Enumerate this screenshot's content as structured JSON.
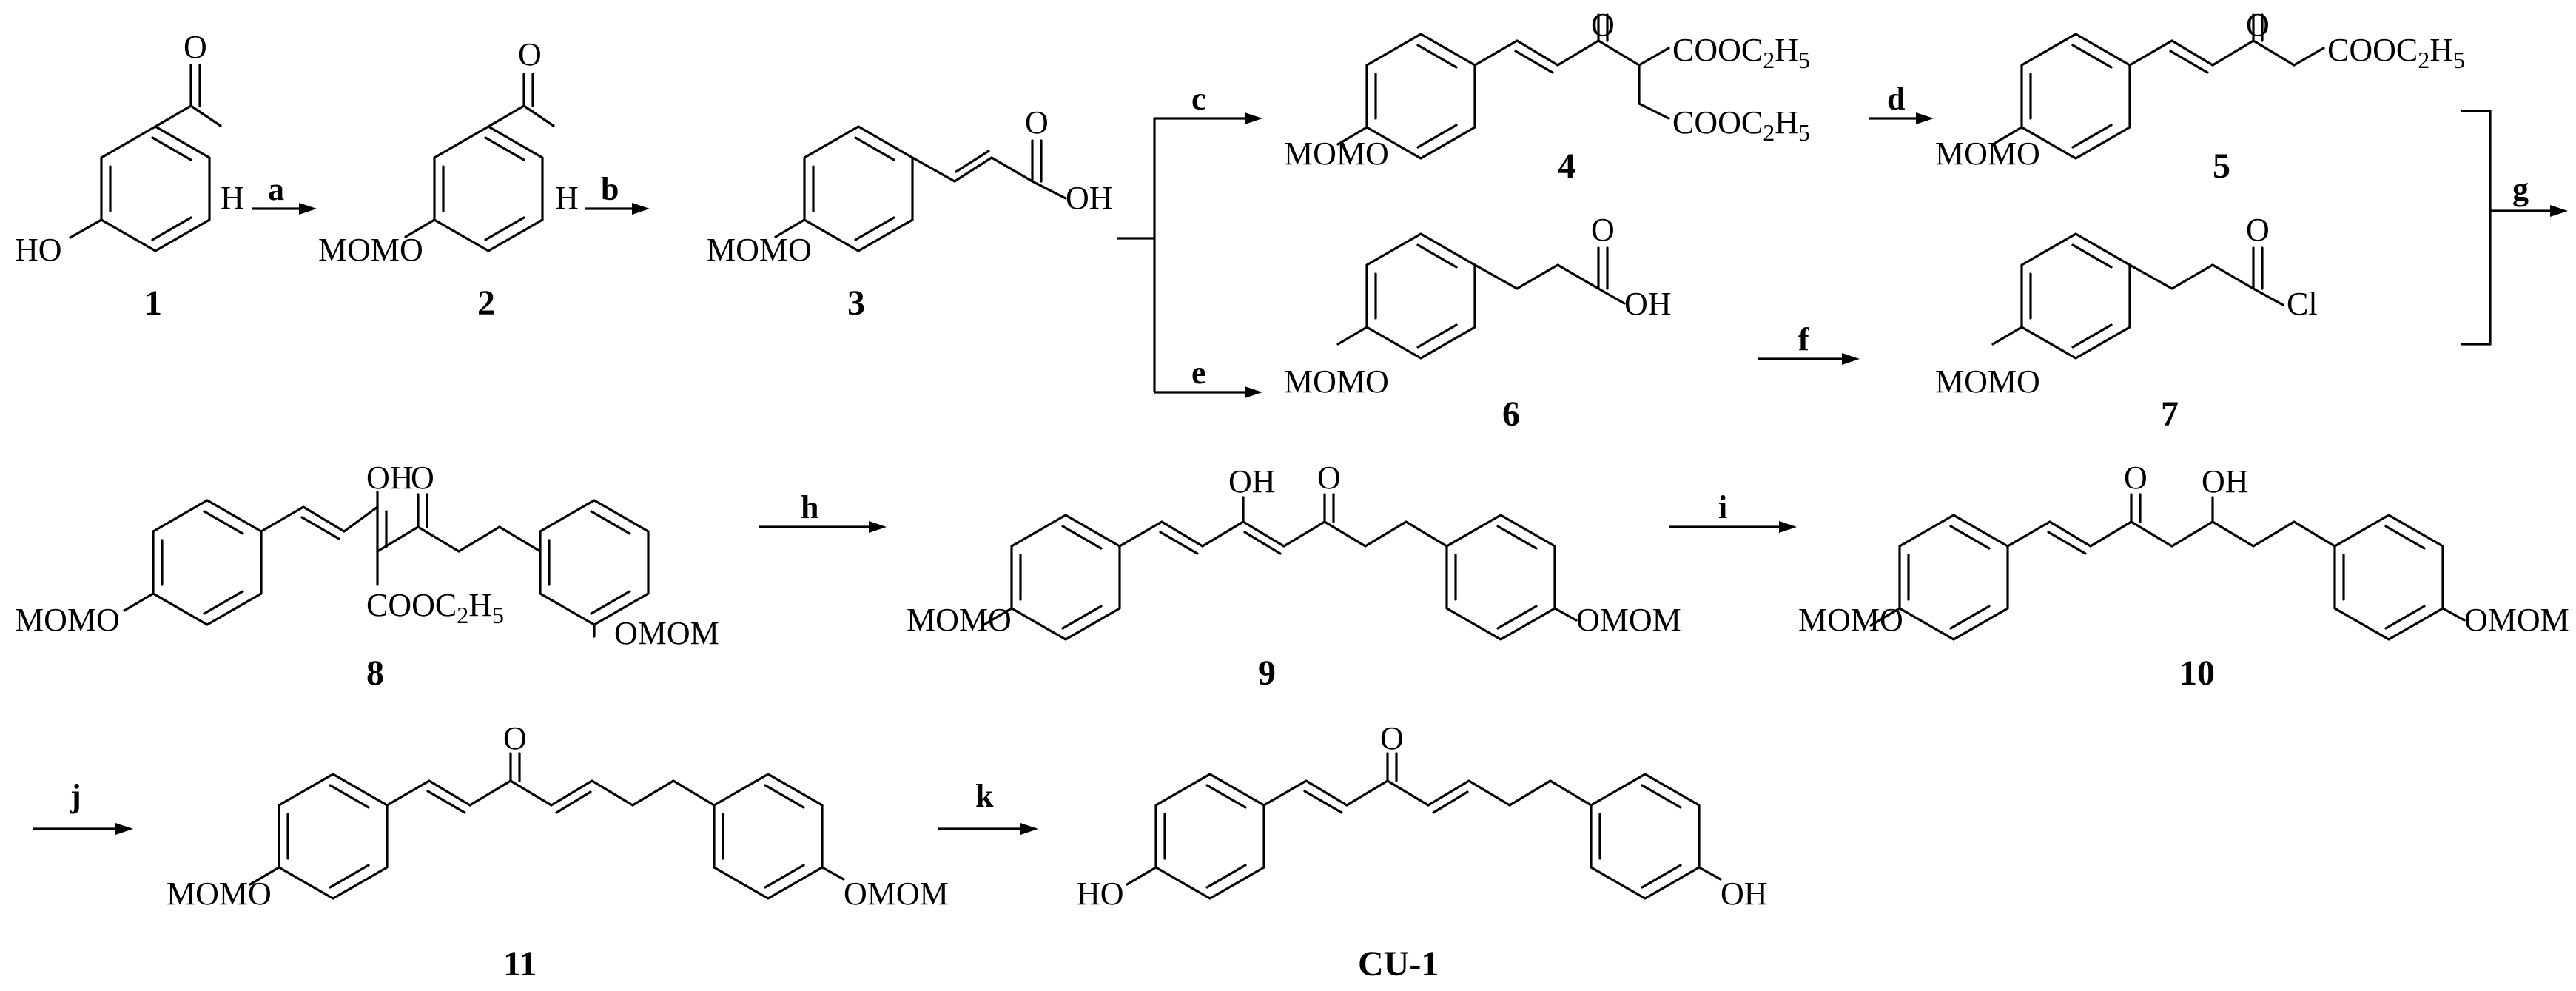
{
  "scheme": {
    "compounds": [
      {
        "id": "c1",
        "label": "1"
      },
      {
        "id": "c2",
        "label": "2"
      },
      {
        "id": "c3",
        "label": "3"
      },
      {
        "id": "c4",
        "label": "4"
      },
      {
        "id": "c5",
        "label": "5"
      },
      {
        "id": "c6",
        "label": "6"
      },
      {
        "id": "c7",
        "label": "7"
      },
      {
        "id": "c8",
        "label": "8"
      },
      {
        "id": "c9",
        "label": "9"
      },
      {
        "id": "c10",
        "label": "10"
      },
      {
        "id": "c11",
        "label": "11"
      },
      {
        "id": "cu1",
        "label": "CU-1"
      }
    ],
    "steps": [
      "a",
      "b",
      "c",
      "d",
      "e",
      "f",
      "g",
      "h",
      "i",
      "j",
      "k"
    ],
    "groups": {
      "hydroxyl": "HO",
      "hydroxyl_right": "OH",
      "mom_ether": "MOMO",
      "mom_ether_right": "OMOM",
      "oxygen": "O",
      "hydrogen": "H",
      "chlorine": "Cl",
      "ester": "COOC",
      "ethyl_c": "2",
      "ethyl_h": "H",
      "ethyl_h_count": "5"
    }
  }
}
